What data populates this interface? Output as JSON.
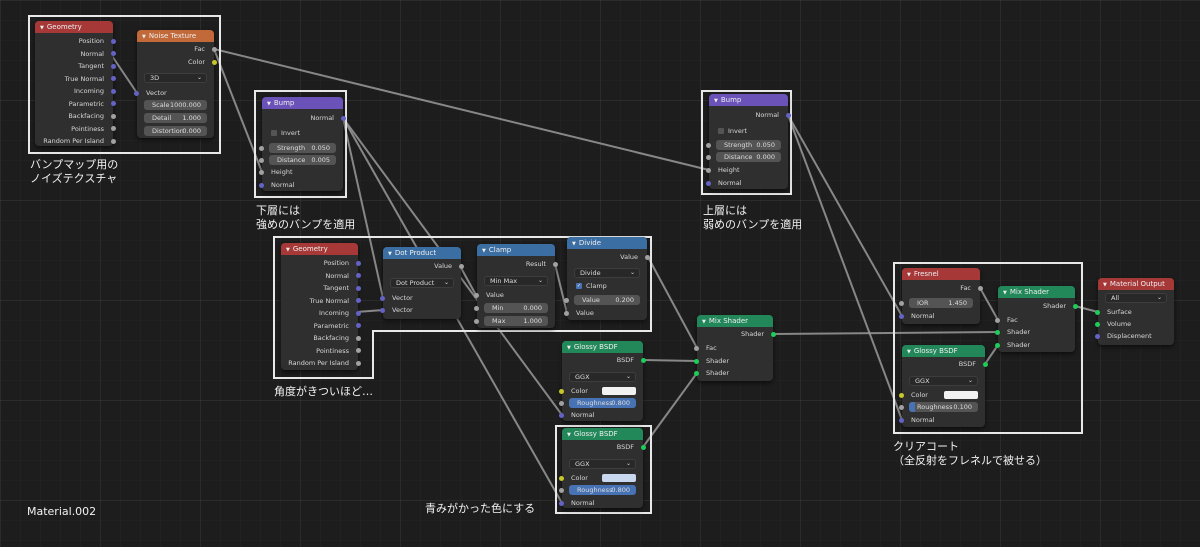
{
  "annotations": {
    "noise": [
      "バンプマップ用の",
      "ノイズテクスチャ"
    ],
    "bump_low": [
      "下層には",
      "強めのバンプを適用"
    ],
    "bump_high": [
      "上層には",
      "弱めのバンプを適用"
    ],
    "angle": "角度がきついほど…",
    "bluish": "青みがかった色にする",
    "clearcoat": [
      "クリアコート",
      "（全反射をフレネルで被せる）"
    ]
  },
  "material_name": "Material.002",
  "nodes": {
    "geometry1": {
      "title": "Geometry",
      "outputs": [
        "Position",
        "Normal",
        "Tangent",
        "True Normal",
        "Incoming",
        "Parametric",
        "Backfacing",
        "Pointiness",
        "Random Per Island"
      ]
    },
    "noise": {
      "title": "Noise Texture",
      "outputs": [
        "Fac",
        "Color"
      ],
      "dimensions": "3D",
      "vector_label": "Vector",
      "scale_label": "Scale",
      "scale_value": "1000.000",
      "detail_label": "Detail",
      "detail_value": "1.000",
      "distortion_label": "Distortion",
      "distortion_value": "0.000"
    },
    "bump1": {
      "title": "Bump",
      "output": "Normal",
      "invert": "Invert",
      "strength_label": "Strength",
      "strength_value": "0.050",
      "distance_label": "Distance",
      "distance_value": "0.005",
      "height": "Height",
      "normal": "Normal"
    },
    "bump2": {
      "title": "Bump",
      "output": "Normal",
      "invert": "Invert",
      "strength_label": "Strength",
      "strength_value": "0.050",
      "distance_label": "Distance",
      "distance_value": "0.000",
      "height": "Height",
      "normal": "Normal"
    },
    "geometry2": {
      "title": "Geometry",
      "outputs": [
        "Position",
        "Normal",
        "Tangent",
        "True Normal",
        "Incoming",
        "Parametric",
        "Backfacing",
        "Pointiness",
        "Random Per Island"
      ]
    },
    "dot": {
      "title": "Dot Product",
      "output": "Value",
      "mode": "Dot Product",
      "input1": "Vector",
      "input2": "Vector"
    },
    "clamp": {
      "title": "Clamp",
      "output": "Result",
      "mode": "Min Max",
      "input": "Value",
      "min_label": "Min",
      "min_value": "0.000",
      "max_label": "Max",
      "max_value": "1.000"
    },
    "divide": {
      "title": "Divide",
      "output": "Value",
      "mode": "Divide",
      "clamp": "Clamp",
      "value_label": "Value",
      "value_value": "0.200",
      "input": "Value"
    },
    "mix1": {
      "title": "Mix Shader",
      "output": "Shader",
      "fac": "Fac",
      "shader1": "Shader",
      "shader2": "Shader"
    },
    "glossy1": {
      "title": "Glossy BSDF",
      "output": "BSDF",
      "dist": "GGX",
      "color": "Color",
      "rough_label": "Roughness",
      "rough_value": "0.800",
      "normal": "Normal",
      "swatch": "#f2f2f2"
    },
    "glossy2": {
      "title": "Glossy BSDF",
      "output": "BSDF",
      "dist": "GGX",
      "color": "Color",
      "rough_label": "Roughness",
      "rough_value": "0.800",
      "normal": "Normal",
      "swatch": "#c9d8ee"
    },
    "fresnel": {
      "title": "Fresnel",
      "output": "Fac",
      "ior_label": "IOR",
      "ior_value": "1.450",
      "normal": "Normal"
    },
    "glossy3": {
      "title": "Glossy BSDF",
      "output": "BSDF",
      "dist": "GGX",
      "color": "Color",
      "rough_label": "Roughness",
      "rough_value": "0.100",
      "normal": "Normal",
      "swatch": "#f2f2f2"
    },
    "mix2": {
      "title": "Mix Shader",
      "output": "Shader",
      "fac": "Fac",
      "shader1": "Shader",
      "shader2": "Shader"
    },
    "output": {
      "title": "Material Output",
      "target": "All",
      "surface": "Surface",
      "volume": "Volume",
      "displacement": "Displacement"
    }
  }
}
